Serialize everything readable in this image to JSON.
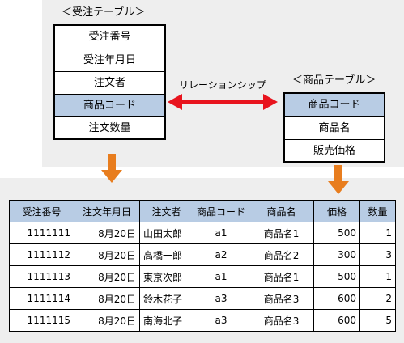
{
  "order_table": {
    "title": "＜受注テーブル＞",
    "fields": [
      "受注番号",
      "受注年月日",
      "注文者",
      "商品コード",
      "注文数量"
    ],
    "highlighted_index": 3
  },
  "product_table": {
    "title": "＜商品テーブル＞",
    "fields": [
      "商品コード",
      "商品名",
      "販売価格"
    ],
    "highlighted_index": 0
  },
  "relationship": {
    "label": "リレーションシップ",
    "arrow_color": "#e8141e"
  },
  "down_arrow_color": "#e87d1e",
  "highlight_color": "#b8cce4",
  "result_table": {
    "headers": [
      "受注番号",
      "注文年月日",
      "注文者",
      "商品コード",
      "商品名",
      "価格",
      "数量"
    ],
    "rows": [
      [
        "1111111",
        "8月20日",
        "山田太郎",
        "a1",
        "商品名1",
        "500",
        "1"
      ],
      [
        "1111112",
        "8月20日",
        "高橋一郎",
        "a2",
        "商品名2",
        "300",
        "3"
      ],
      [
        "1111113",
        "8月20日",
        "東京次郎",
        "a1",
        "商品名1",
        "500",
        "1"
      ],
      [
        "1111114",
        "8月20日",
        "鈴木花子",
        "a3",
        "商品名3",
        "600",
        "2"
      ],
      [
        "1111115",
        "8月20日",
        "南海北子",
        "a3",
        "商品名3",
        "600",
        "5"
      ]
    ]
  }
}
